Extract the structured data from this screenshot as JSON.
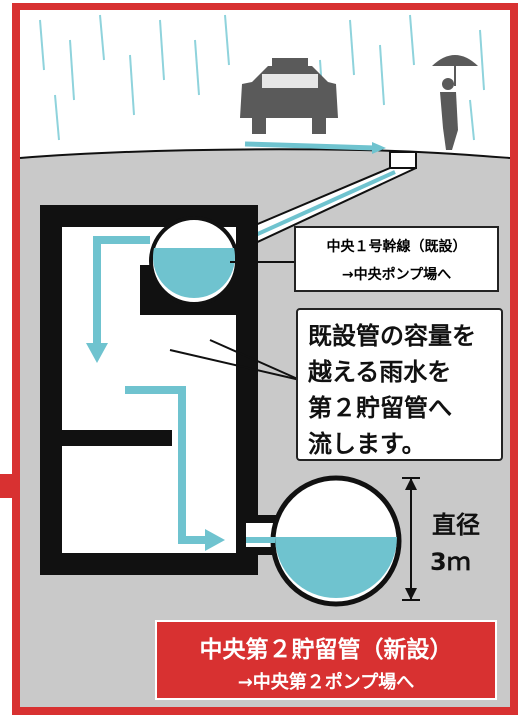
{
  "labels": {
    "existing_pipe_name": "中央１号幹線（既設）",
    "existing_pipe_dest": "→中央ポンプ場へ",
    "callout_line1": "既設管の容量を",
    "callout_line2": "越える雨水を",
    "callout_line3": "第２貯留管へ",
    "callout_line4": "流します。",
    "diameter_label": "直径",
    "diameter_value": "3ｍ",
    "new_pipe_name": "中央第２貯留管（新設）",
    "new_pipe_dest": "→中央第２ポンプ場へ"
  },
  "colors": {
    "frame_red": "#d83131",
    "ground": "#c9c9c9",
    "water": "#6fc3cf",
    "structure": "#111111"
  },
  "icons": [
    "car-icon",
    "person-with-umbrella-icon",
    "rain-icon"
  ]
}
